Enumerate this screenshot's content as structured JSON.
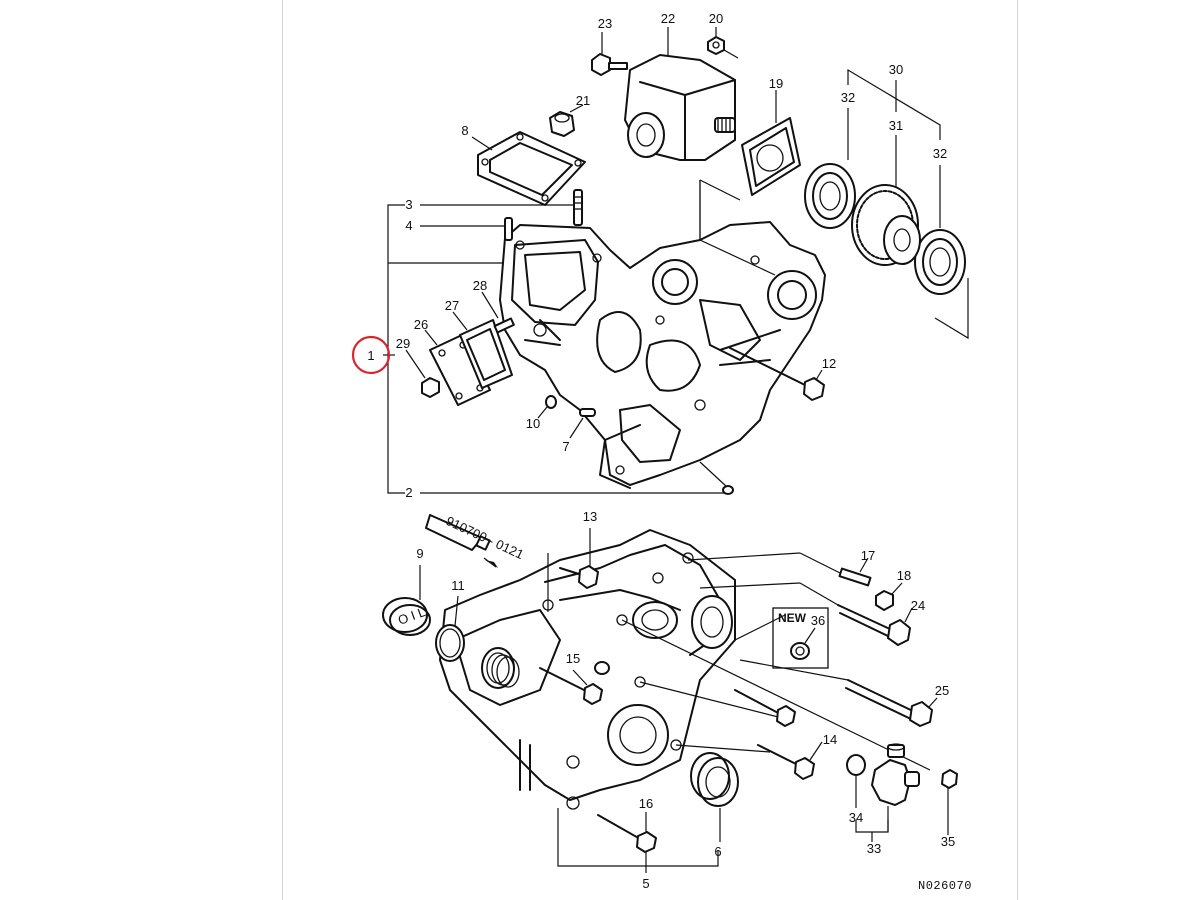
{
  "diagram": {
    "callouts": [
      "1",
      "2",
      "3",
      "4",
      "5",
      "6",
      "7",
      "8",
      "9",
      "10",
      "11",
      "12",
      "13",
      "14",
      "15",
      "16",
      "17",
      "18",
      "19",
      "20",
      "21",
      "22",
      "23",
      "24",
      "25",
      "26",
      "27",
      "28",
      "29",
      "30",
      "31",
      "32",
      "33",
      "34",
      "35",
      "36"
    ],
    "new_badge": "NEW",
    "drawing_number": "N026070",
    "tube_text": "910700 - 0121",
    "highlighted_callout": "1",
    "highlight_color": "#d8262c",
    "line_color": "#111111",
    "background_color": "#ffffff"
  }
}
